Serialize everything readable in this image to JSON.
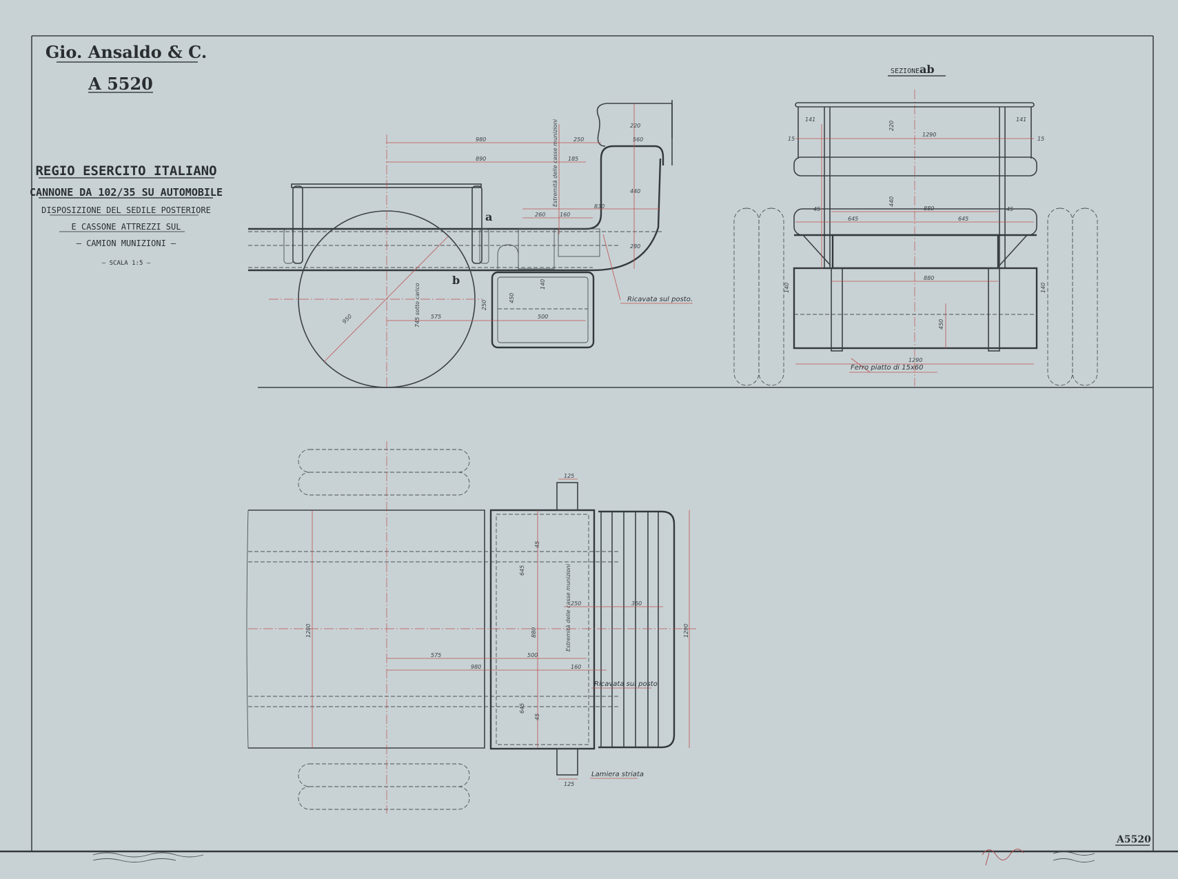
{
  "title_block": {
    "company": "Gio. Ansaldo & C.",
    "drawing_number": "A 5520",
    "line1": "REGIO ESERCITO ITALIANO",
    "line2": "CANNONE DA 102/35 SU AUTOMOBILE",
    "line3": "DISPOSIZIONE DEL SEDILE POSTERIORE",
    "line4": "E CASSONE ATTREZZI SUL",
    "line5": "— CAMION MUNIZIONI —",
    "scale": "— SCALA 1:5 —"
  },
  "section_view": {
    "title": "SEZIONE",
    "section_letters": "ab",
    "dimensions": [
      "141",
      "141",
      "1290",
      "220",
      "15",
      "15",
      "440",
      "45",
      "45",
      "880",
      "645",
      "645",
      "880",
      "450",
      "140",
      "140",
      "1290"
    ],
    "note": "Ferro piatto di 15x60"
  },
  "side_view": {
    "section_marks": [
      "a",
      "b"
    ],
    "dimensions": [
      "980",
      "890",
      "250",
      "185",
      "560",
      "260",
      "160",
      "830",
      "220",
      "440",
      "280",
      "950",
      "575",
      "500",
      "250",
      "450",
      "140",
      "745 sotto carico"
    ],
    "vertical_label": "Estremità delle casse munizioni",
    "note": "Ricavata sul posto."
  },
  "plan_view": {
    "dimensions": [
      "125",
      "125",
      "1280",
      "1290",
      "575",
      "500",
      "980",
      "160",
      "250",
      "360",
      "880",
      "645",
      "645",
      "45",
      "45"
    ],
    "vertical_label": "Estremità delle casse munizioni",
    "note1": "Ricavata sul posto",
    "note2": "Lamiera striata"
  },
  "footer": {
    "drawing_number": "A5520"
  },
  "colors": {
    "paper": "#c8d2d5",
    "ink": "#3b4045",
    "dimension_red": "#c0504d"
  }
}
